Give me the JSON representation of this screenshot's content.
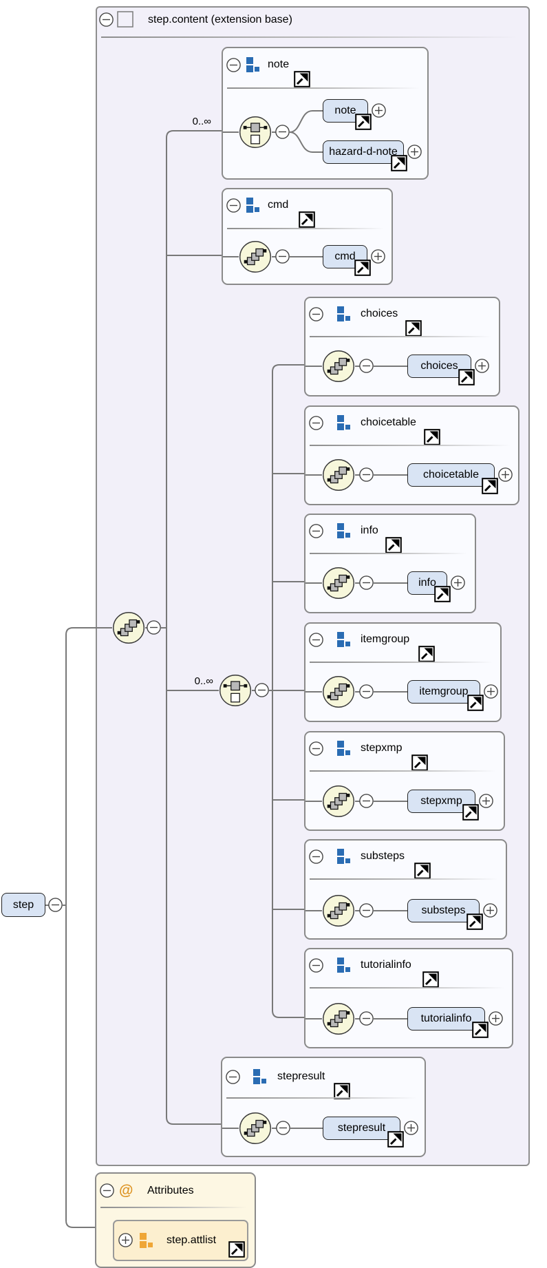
{
  "container": {
    "title": "step.content (extension base)"
  },
  "root_element": {
    "label": "step"
  },
  "occurrence": {
    "note_branch": "0..∞",
    "element_branch": "0..∞"
  },
  "groups": {
    "note": {
      "label": "note",
      "element_note": "note",
      "element_hazard": "hazard-d-note"
    },
    "cmd": {
      "label": "cmd",
      "element": "cmd"
    },
    "choices": {
      "label": "choices",
      "element": "choices"
    },
    "choicetable": {
      "label": "choicetable",
      "element": "choicetable"
    },
    "info": {
      "label": "info",
      "element": "info"
    },
    "itemgroup": {
      "label": "itemgroup",
      "element": "itemgroup"
    },
    "stepxmp": {
      "label": "stepxmp",
      "element": "stepxmp"
    },
    "substeps": {
      "label": "substeps",
      "element": "substeps"
    },
    "tutorialinfo": {
      "label": "tutorialinfo",
      "element": "tutorialinfo"
    },
    "stepresult": {
      "label": "stepresult",
      "element": "stepresult"
    }
  },
  "attributes": {
    "header": "Attributes",
    "at_sign": "@",
    "attr_group": "step.attlist"
  },
  "icons": {
    "collapse": "minus-circle",
    "expand": "plus-circle",
    "sequence": "sequence-compositor",
    "choice": "choice-compositor",
    "model_group": "blue-squares",
    "attribute_group": "orange-squares",
    "link": "ne-arrow-box",
    "extension_base": "purple-gradient-square"
  },
  "colors": {
    "container_fill": "#f2f0f9",
    "group_fill": "#fafbff",
    "element_fill": "#d9e4f4",
    "attr_container_fill": "#fdf7e3",
    "attr_item_fill": "#fcefcf",
    "compositor_fill": "#f7f7db",
    "icon_blue": "#2a6cb3",
    "icon_orange": "#efa636",
    "connector": "#787878",
    "border": "#8a8a8a"
  }
}
